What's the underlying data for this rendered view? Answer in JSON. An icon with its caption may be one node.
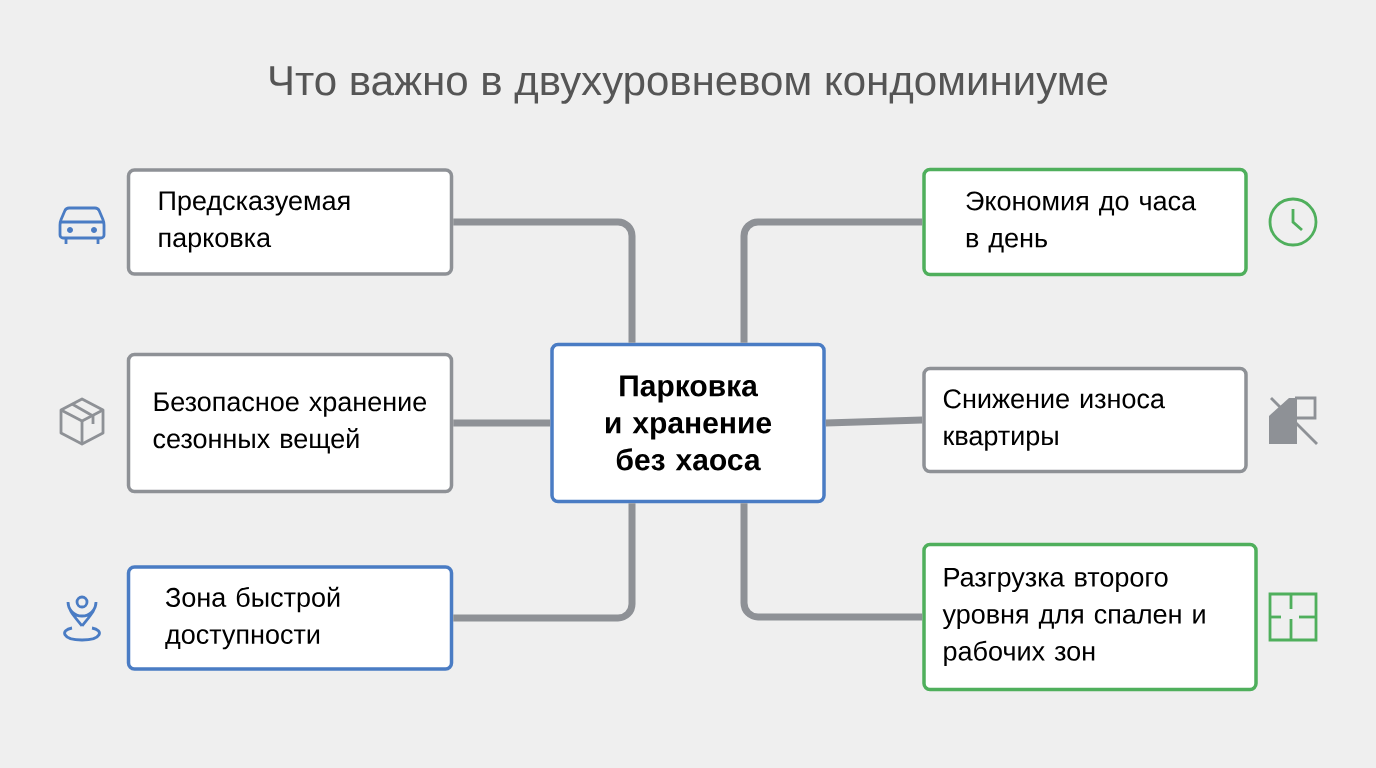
{
  "diagram": {
    "title": "Что важно в двухуровневом кондоминиуме",
    "nodes": [
      {
        "text": [
          "Парковка и хранение без хаоса"
        ]
      },
      {
        "text": [
          "Предсказуемая парковка"
        ]
      },
      {
        "text": [
          "Безопасное хранение сезонных вещей"
        ]
      },
      {
        "text": [
          "Зона быстрой доступности"
        ]
      },
      {
        "text": [
          "Экономия до часа в день"
        ]
      },
      {
        "text": [
          "Снижение износа квартиры"
        ]
      },
      {
        "text": [
          "Разгрузка второго уровня для спален и рабочих зон"
        ]
      }
    ],
    "edges": [
      {
        "from": 0,
        "to": 1,
        "arrow": "none"
      },
      {
        "from": 0,
        "to": 2,
        "arrow": "none"
      },
      {
        "from": 0,
        "to": 3,
        "arrow": "none"
      },
      {
        "from": 0,
        "to": 4,
        "arrow": "none"
      },
      {
        "from": 0,
        "to": 5,
        "arrow": "none"
      },
      {
        "from": 0,
        "to": 6,
        "arrow": "none"
      }
    ]
  }
}
